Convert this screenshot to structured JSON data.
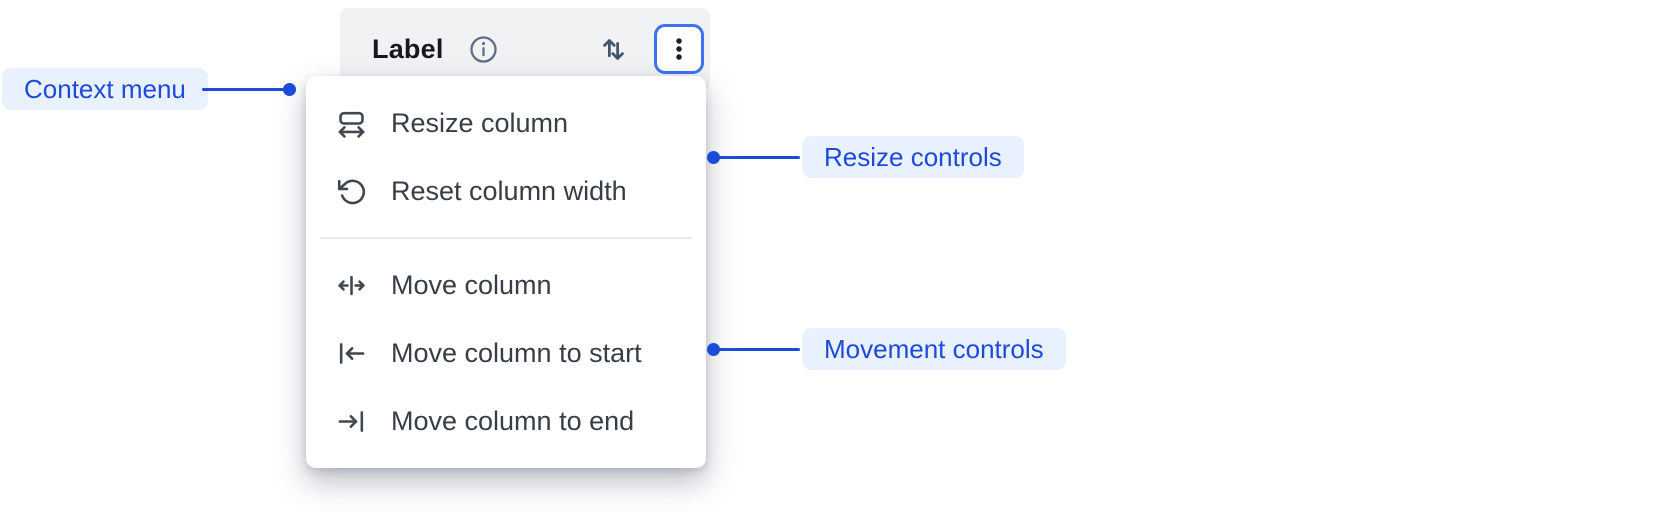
{
  "colors": {
    "accent_blue": "#1C4BD9",
    "annotation_pill_bg": "#EAF1FE",
    "focus_ring_blue": "#3D72F2",
    "header_bg": "#F1F2F4",
    "menu_bg": "#FFFFFF",
    "menu_text": "#383E47",
    "header_label_text": "#161A1D",
    "info_icon_color": "#626F86",
    "sort_icon_color": "#44546F",
    "divider_color": "#E7E9EC"
  },
  "column_header": {
    "label": "Label",
    "info_icon": "info-icon",
    "sort_icon": "sort-arrows-icon",
    "more_icon": "more-vertical-icon"
  },
  "context_menu": {
    "items": [
      {
        "icon": "resize-column-icon",
        "label": "Resize column"
      },
      {
        "icon": "reset-column-width-icon",
        "label": "Reset column width"
      },
      {
        "icon": "move-column-icon",
        "label": "Move column"
      },
      {
        "icon": "move-column-start-icon",
        "label": "Move column to start"
      },
      {
        "icon": "move-column-end-icon",
        "label": "Move column to end"
      }
    ],
    "divider_after_item": 2
  },
  "annotations": {
    "context_menu": {
      "label": "Context menu"
    },
    "resize_controls": {
      "label": "Resize controls"
    },
    "movement_controls": {
      "label": "Movement controls"
    }
  }
}
